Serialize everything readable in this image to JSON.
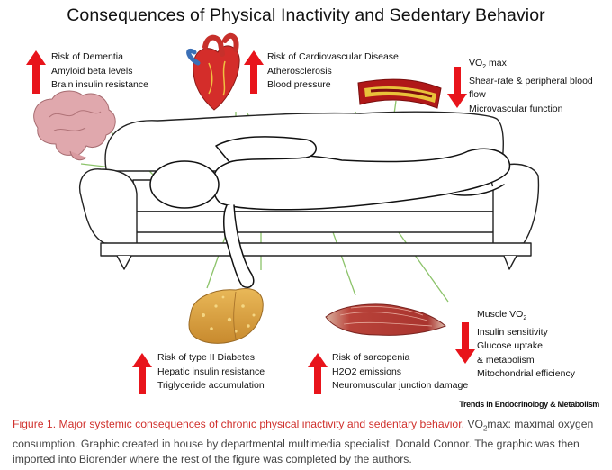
{
  "title": "Consequences of Physical Inactivity and Sedentary Behavior",
  "blocks": {
    "brain": {
      "lines": [
        "Risk of Dementia",
        "Amyloid beta levels",
        "Brain insulin resistance"
      ],
      "direction": "up"
    },
    "heart": {
      "lines": [
        "Risk of Cardiovascular Disease",
        "Atherosclerosis",
        "Blood pressure"
      ],
      "direction": "up"
    },
    "vessel": {
      "line1_main": "VO",
      "line1_sub": "2",
      "line1_end": " max",
      "lines": [
        "Shear-rate & peripheral blood",
        "flow",
        "Microvascular function"
      ],
      "direction": "down"
    },
    "liver": {
      "lines": [
        "Risk of type II Diabetes",
        "Hepatic insulin resistance",
        "Triglyceride accumulation"
      ],
      "direction": "up"
    },
    "sarcopenia": {
      "lines": [
        "Risk of sarcopenia",
        "H2O2 emissions",
        "Neuromuscular junction damage"
      ],
      "direction": "up"
    },
    "muscle": {
      "line1_main": "Muscle VO",
      "line1_sub": "2",
      "lines": [
        "Insulin sensitivity",
        "Glucose uptake",
        "& metabolism",
        "Mitochondrial efficiency"
      ],
      "direction": "down"
    }
  },
  "credit": "Trends in Endocrinology & Metabolism",
  "caption": {
    "lead": "Figure 1. Major systemic consequences of chronic physical inactivity and sedentary behavior.",
    "vo_main": " VO",
    "vo_sub": "2",
    "rest": "max: maximal oxygen consumption. Graphic created in house by departmental multimedia specialist, Donald Connor. The graphic was then imported into Biorender where the rest of the figure was completed by the authors."
  },
  "colors": {
    "arrow": "#e8141b",
    "caption_lead": "#d0312d",
    "leader": "#8cc36a"
  },
  "icons": [
    "up-arrow-icon",
    "down-arrow-icon",
    "brain-icon",
    "heart-icon",
    "blood-vessel-icon",
    "liver-icon",
    "muscle-icon",
    "couch-illustration",
    "person-illustration"
  ]
}
